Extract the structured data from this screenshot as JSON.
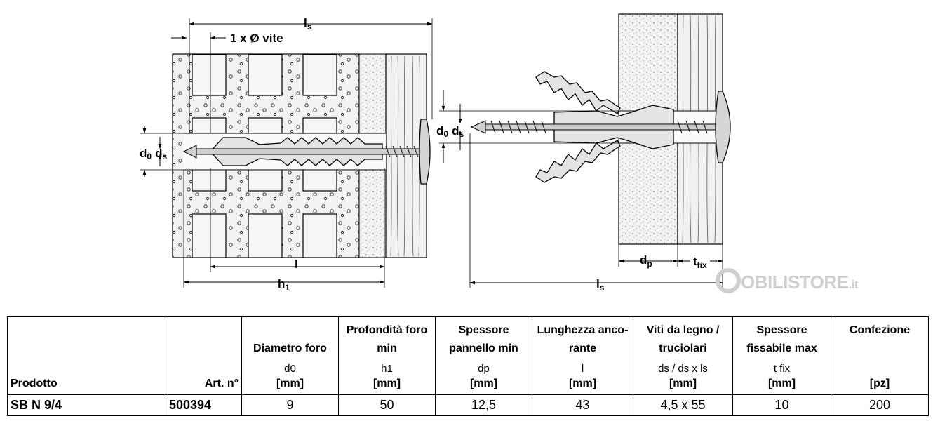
{
  "drawing": {
    "left_labels": {
      "ls": "l",
      "ls_sub": "s",
      "screw_rule": "1 x Ø vite",
      "d0": "d",
      "d0_sub": "0",
      "ds": "d",
      "ds_sub": "s",
      "l": "l",
      "h1": "h",
      "h1_sub": "1"
    },
    "right_labels": {
      "d0": "d",
      "d0_sub": "0",
      "ds": "d",
      "ds_sub": "s",
      "dp": "d",
      "dp_sub": "p",
      "tfix": "t",
      "tfix_sub": "fix",
      "ls": "l",
      "ls_sub": "s"
    },
    "watermark": {
      "main": "OBILISTORE",
      "suffix": ".it"
    }
  },
  "table": {
    "columns": [
      {
        "title": "",
        "symbol": "",
        "unit": "Prodotto"
      },
      {
        "title": "",
        "symbol": "",
        "unit": "Art. n°"
      },
      {
        "title": "Diametro foro",
        "symbol": "d0",
        "unit": "[mm]"
      },
      {
        "title": "Profondità foro min",
        "symbol": "h1",
        "unit": "[mm]"
      },
      {
        "title": "Spessore pannello min",
        "symbol": "dp",
        "unit": "[mm]"
      },
      {
        "title": "Lunghezza anco-rante",
        "symbol": "l",
        "unit": "[mm]"
      },
      {
        "title": "Viti da legno / truciolari",
        "symbol": "ds / ds x ls",
        "unit": "[mm]"
      },
      {
        "title": "Spessore fissabile max",
        "symbol": "t fix",
        "unit": "[mm]"
      },
      {
        "title": "Confezione",
        "symbol": "",
        "unit": "[pz]"
      }
    ],
    "rows": [
      {
        "prodotto": "SB N 9/4",
        "art": "500394",
        "d0": "9",
        "h1": "50",
        "dp": "12,5",
        "l": "43",
        "screw": "4,5 x 55",
        "tfix": "10",
        "pack": "200"
      }
    ]
  }
}
